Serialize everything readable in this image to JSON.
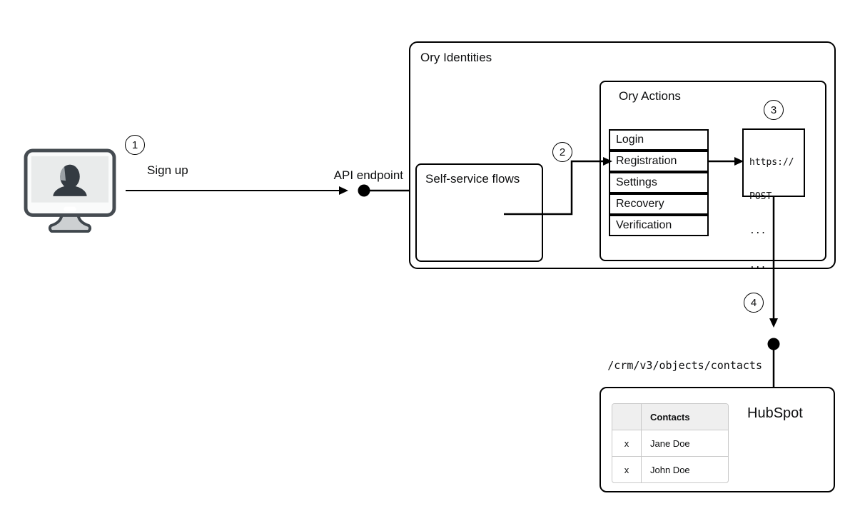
{
  "diagram": {
    "badges": {
      "step1": "1",
      "step2": "2",
      "step3": "3",
      "step4": "4"
    },
    "labels": {
      "sign_up": "Sign up",
      "api_endpoint": "API endpoint",
      "crm_path": "/crm/v3/objects/contacts"
    },
    "ory_identities": {
      "title": "Ory Identities"
    },
    "self_service": {
      "title": "Self-service flows"
    },
    "ory_actions": {
      "title": "Ory Actions",
      "flows": [
        "Login",
        "Registration",
        "Settings",
        "Recovery",
        "Verification"
      ]
    },
    "webhook": {
      "lines": [
        "https://",
        "POST",
        "...",
        "..."
      ]
    },
    "hubspot": {
      "title": "HubSpot",
      "table": {
        "header": "Contacts",
        "rows": [
          {
            "check": "x",
            "name": "Jane Doe"
          },
          {
            "check": "x",
            "name": "John Doe"
          }
        ]
      }
    }
  }
}
